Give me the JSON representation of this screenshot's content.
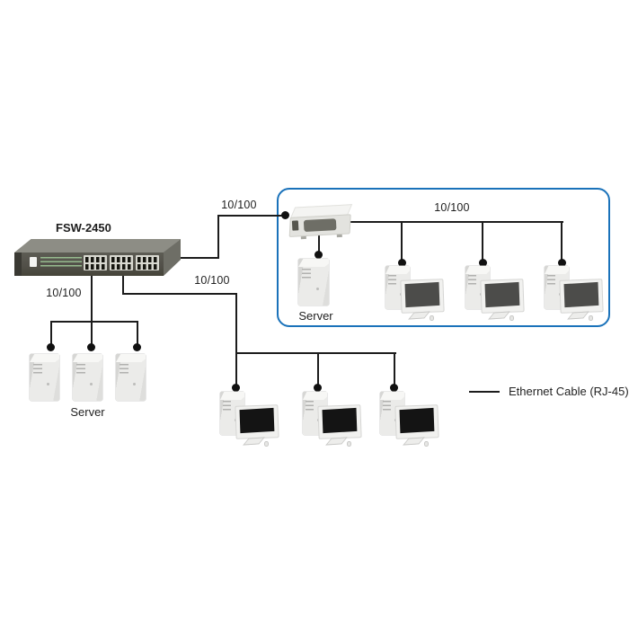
{
  "devices": {
    "main_switch": {
      "label": "FSW-2450",
      "ports": 24
    },
    "lan_switch": {
      "type": "workgroup-switch"
    },
    "server_group_left": {
      "label": "Server",
      "count": 3
    },
    "lan_server": {
      "label": "Server"
    }
  },
  "links": {
    "uplink": {
      "speed": "10/100"
    },
    "lan_bus": {
      "speed": "10/100"
    },
    "server_branch": {
      "speed": "10/100"
    },
    "pc_branch": {
      "speed": "10/100"
    }
  },
  "groups": {
    "lan_pcs": 3,
    "bottom_pcs": 3
  },
  "legend": {
    "label": "Ethernet Cable (RJ-45)"
  },
  "colors": {
    "cable": "#1c1c1c",
    "lan_box_border": "#1a72ba",
    "switch_front": "#55544c",
    "switch_top": "#8d8d85",
    "device_body": "#ebebe9",
    "text": "#262626"
  }
}
